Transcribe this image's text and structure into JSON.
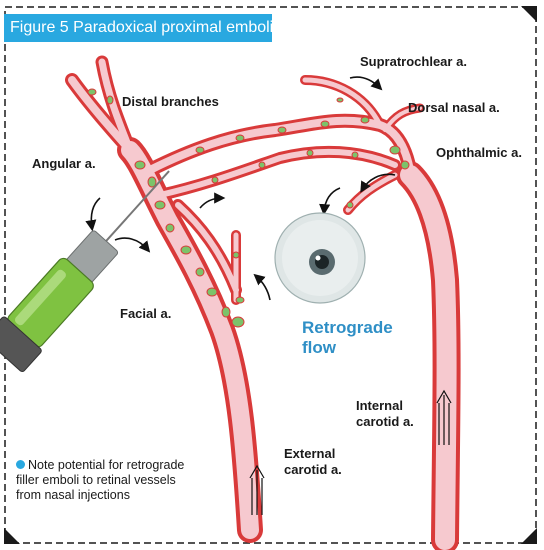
{
  "figure": {
    "title": "Figure 5 Paradoxical proximal emboli"
  },
  "labels": {
    "distal_branches": "Distal branches",
    "angular": "Angular a.",
    "supratrochlear": "Supratrochlear a.",
    "dorsal_nasal": "Dorsal nasal a.",
    "ophthalmic": "Ophthalmic a.",
    "facial": "Facial a.",
    "retrograde_line1": "Retrograde",
    "retrograde_line2": "flow",
    "internal_line1": "Internal",
    "internal_line2": "carotid a.",
    "external_line1": "External",
    "external_line2": "carotid a."
  },
  "note": {
    "text": "Note potential for retrograde filler emboli to retinal vessels from nasal injections"
  },
  "colors": {
    "accent": "#29a8e0",
    "retrograde_text": "#2f8fc6",
    "vessel_wall": "#d93a3a",
    "vessel_lumen": "#f6c9cf",
    "emboli": "#7cc36a",
    "syringe_green": "#7fc241"
  },
  "icons": {
    "syringe": "syringe-icon",
    "eye": "eye-icon",
    "flow_arrow": "flow-arrow-icon"
  }
}
